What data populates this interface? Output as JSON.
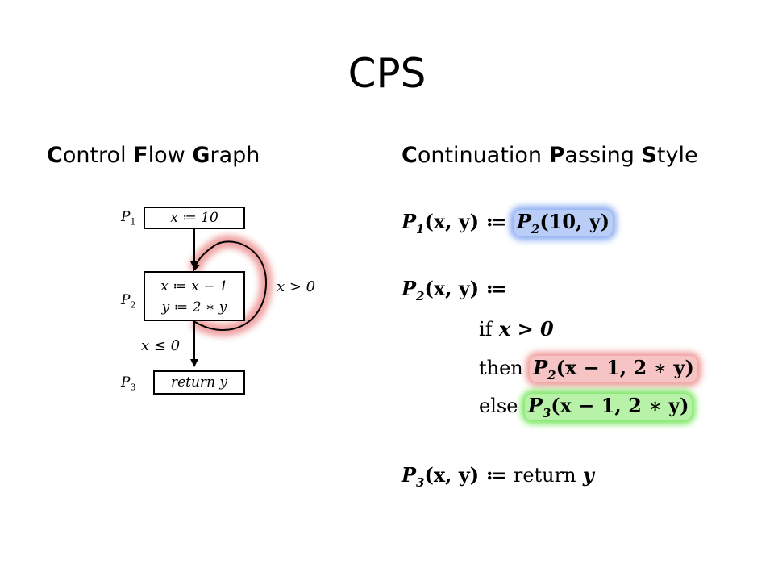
{
  "slide": {
    "title": "CPS"
  },
  "cfg": {
    "heading_parts": [
      {
        "text": "C",
        "bold": true
      },
      {
        "text": "ontrol ",
        "bold": false
      },
      {
        "text": "F",
        "bold": true
      },
      {
        "text": "low ",
        "bold": false
      },
      {
        "text": "G",
        "bold": true
      },
      {
        "text": "raph",
        "bold": false
      }
    ],
    "nodes": [
      {
        "label": "P",
        "index": "1",
        "lines": [
          "x ≔ 10"
        ]
      },
      {
        "label": "P",
        "index": "2",
        "lines": [
          "x ≔ x − 1",
          "y ≔ 2 ∗ y"
        ]
      },
      {
        "label": "P",
        "index": "3",
        "lines": [
          "return y"
        ]
      }
    ],
    "edge_conditions": {
      "loop": "x > 0",
      "exit": "x ≤ 0"
    },
    "colors": {
      "blue": "#8fb0f3",
      "red": "#ef9d9d",
      "green": "#7ee866"
    }
  },
  "cps": {
    "heading_parts": [
      {
        "text": "C",
        "bold": true
      },
      {
        "text": "ontinuation ",
        "bold": false
      },
      {
        "text": "P",
        "bold": true
      },
      {
        "text": "assing ",
        "bold": false
      },
      {
        "text": "S",
        "bold": true
      },
      {
        "text": "tyle",
        "bold": false
      }
    ],
    "p1_lhs": "(x, y) ≔ ",
    "p1_rhs": "(10, y)",
    "p2_lhs": "(x, y) ≔",
    "if_kw": "if",
    "if_cond": "x > 0",
    "then_kw": "then",
    "then_args": "(x − 1, 2 ∗ y)",
    "else_kw": "else",
    "else_args": "(x − 1, 2 ∗ y)",
    "p3_lhs": "(x, y) ≔ ",
    "p3_ret_kw": "return",
    "p3_ret_var": "y",
    "fn": "P",
    "idx1": "1",
    "idx2": "2",
    "idx3": "3"
  }
}
